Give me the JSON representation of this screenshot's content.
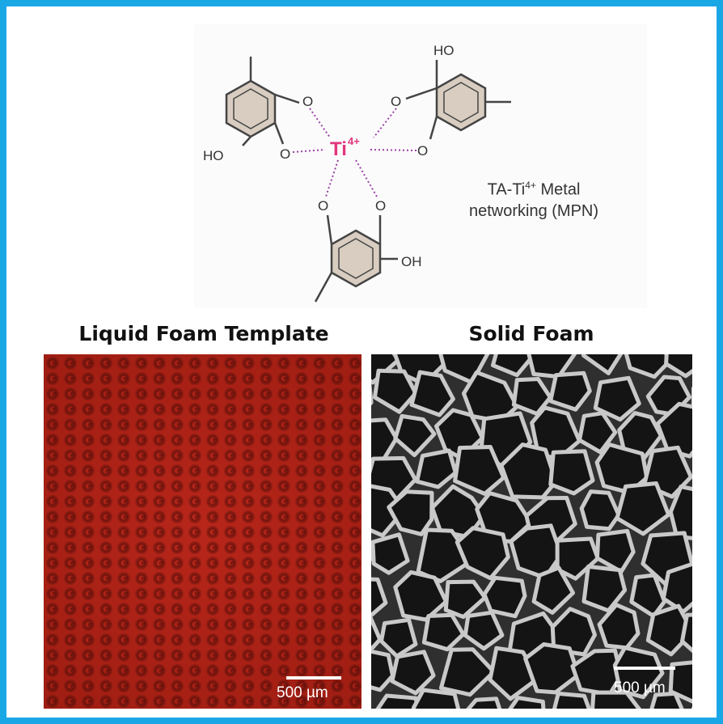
{
  "scheme": {
    "center_ion": "Ti",
    "center_charge": "4+",
    "oxygen_label": "O",
    "hydroxyl_top_right": "HO",
    "hydroxyl_left": "HO",
    "hydroxyl_bottom": "OH",
    "caption_line1_prefix": "TA-Ti",
    "caption_line1_sup": "4+",
    "caption_line1_suffix": " Metal",
    "caption_line2": "networking (MPN)"
  },
  "panels": {
    "left": {
      "title": "Liquid Foam Template",
      "scale_label": "500 µm"
    },
    "right": {
      "title": "Solid Foam",
      "scale_label": "500 µm"
    }
  },
  "colors": {
    "frame": "#1aa7e6",
    "ti_ion": "#e2367d",
    "bond_dots": "#9b3fa8",
    "ring_fill": "#d8cdc0",
    "liquid_foam": "#a81f14",
    "solid_foam_background": "#2f2f2f",
    "solid_foam_walls": "#c9c9c9"
  }
}
